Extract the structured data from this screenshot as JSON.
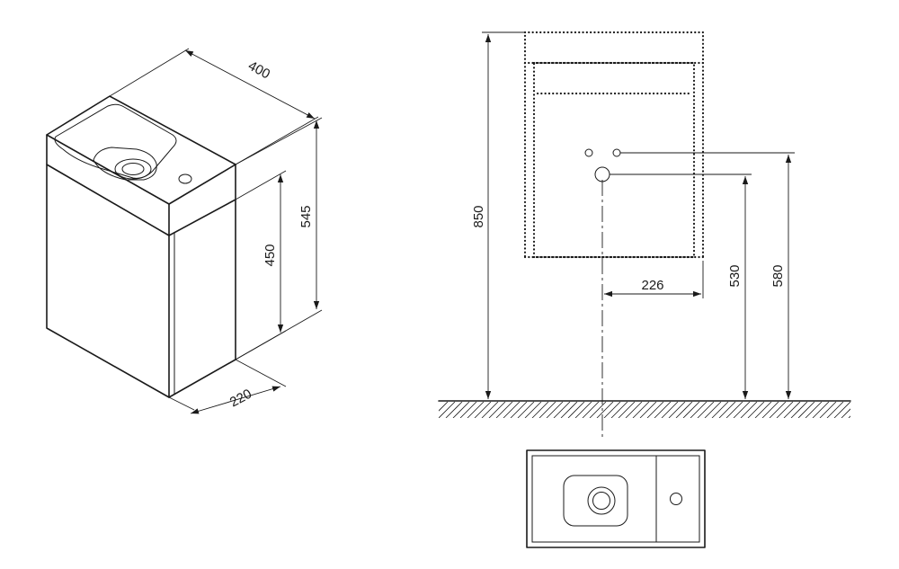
{
  "dimensions": {
    "iso_width": "400",
    "iso_height": "545",
    "iso_cabinet_height": "450",
    "iso_depth": "220",
    "total_height": "850",
    "drain_offset": "226",
    "drain_height": "530",
    "supply_height": "580"
  }
}
